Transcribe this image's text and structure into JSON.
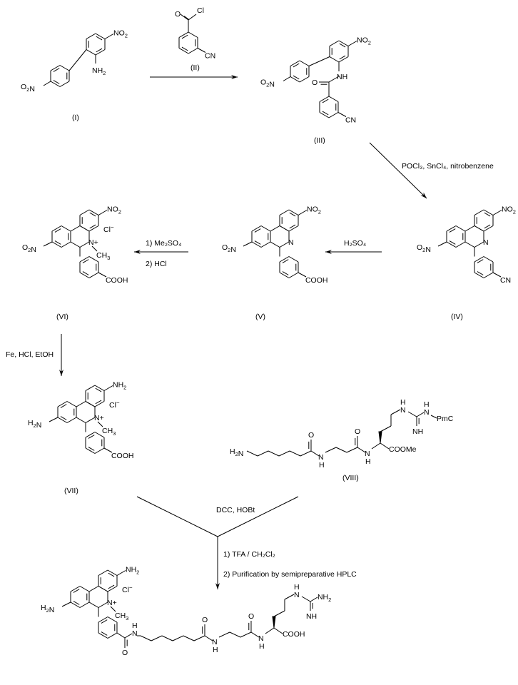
{
  "compounds": {
    "I": {
      "label": "(I)",
      "groups": {
        "no2_a": "NO",
        "no2_b": "O",
        "nh2": "NH"
      }
    },
    "II": {
      "label": "(II)",
      "groups": {
        "o": "O",
        "cl": "Cl",
        "cn": "CN"
      }
    },
    "III": {
      "label": "(III)",
      "groups": {
        "nh": "NH",
        "o": "O",
        "cn": "CN"
      }
    },
    "IV": {
      "label": "(IV)",
      "groups": {
        "n": "N",
        "cn": "CN"
      }
    },
    "V": {
      "label": "(V)",
      "groups": {
        "n": "N",
        "cooh": "COOH"
      }
    },
    "VI": {
      "label": "(VI)",
      "groups": {
        "n": "N",
        "plus": "+",
        "ch3": "CH",
        "cl": "Cl",
        "cooh": "COOH"
      }
    },
    "VII": {
      "label": "(VII)",
      "groups": {
        "nh2": "NH",
        "h2n": "H",
        "n": "N",
        "plus": "+",
        "ch3": "CH",
        "cl": "Cl",
        "cooh": "COOH"
      }
    },
    "VIII": {
      "label": "(VIII)",
      "groups": {
        "h2n": "H",
        "o": "O",
        "nh": "N",
        "h": "H",
        "coome": "COOMe",
        "pmc": "PmC",
        "imine": "NH"
      }
    },
    "final": {
      "label": "",
      "groups": {
        "nh2": "NH",
        "cooh": "COOH",
        "imine": "NH",
        "o": "O",
        "n": "N",
        "h": "H"
      }
    }
  },
  "reagents": {
    "step1": "",
    "step2": "POCl₃, SnCl₄, nitrobenzene",
    "step3": "H₂SO₄",
    "step4_line1": "1) Me₂SO₄",
    "step4_line2": "2) HCl",
    "step5": "Fe, HCl, EtOH",
    "step6": "DCC, HOBt",
    "step7_line1": "1) TFA / CH₂Cl₂",
    "step7_line2": "2) Purification by semipreparative HPLC"
  },
  "subscripts": {
    "two": "2",
    "three": "3"
  },
  "minus": "−"
}
